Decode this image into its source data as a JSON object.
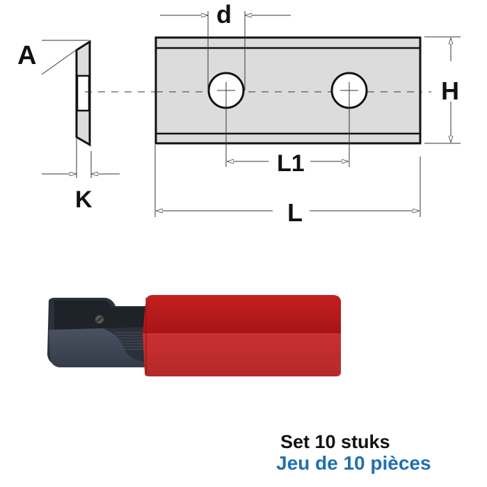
{
  "diagram": {
    "labels": {
      "A": "A",
      "K": "K",
      "d": "d",
      "H": "H",
      "L1": "L1",
      "L": "L"
    },
    "colors": {
      "insert_fill": "#dcdcdc",
      "outline": "#111111",
      "dim_line": "#333333"
    }
  },
  "product": {
    "case_color": "#c01e1e",
    "holder_color": "#3a4150"
  },
  "caption": {
    "line1": "Set 10 stuks",
    "line2": "Jeu de 10 pièces",
    "line1_color": "#111111",
    "line2_color": "#1f6fb2"
  }
}
